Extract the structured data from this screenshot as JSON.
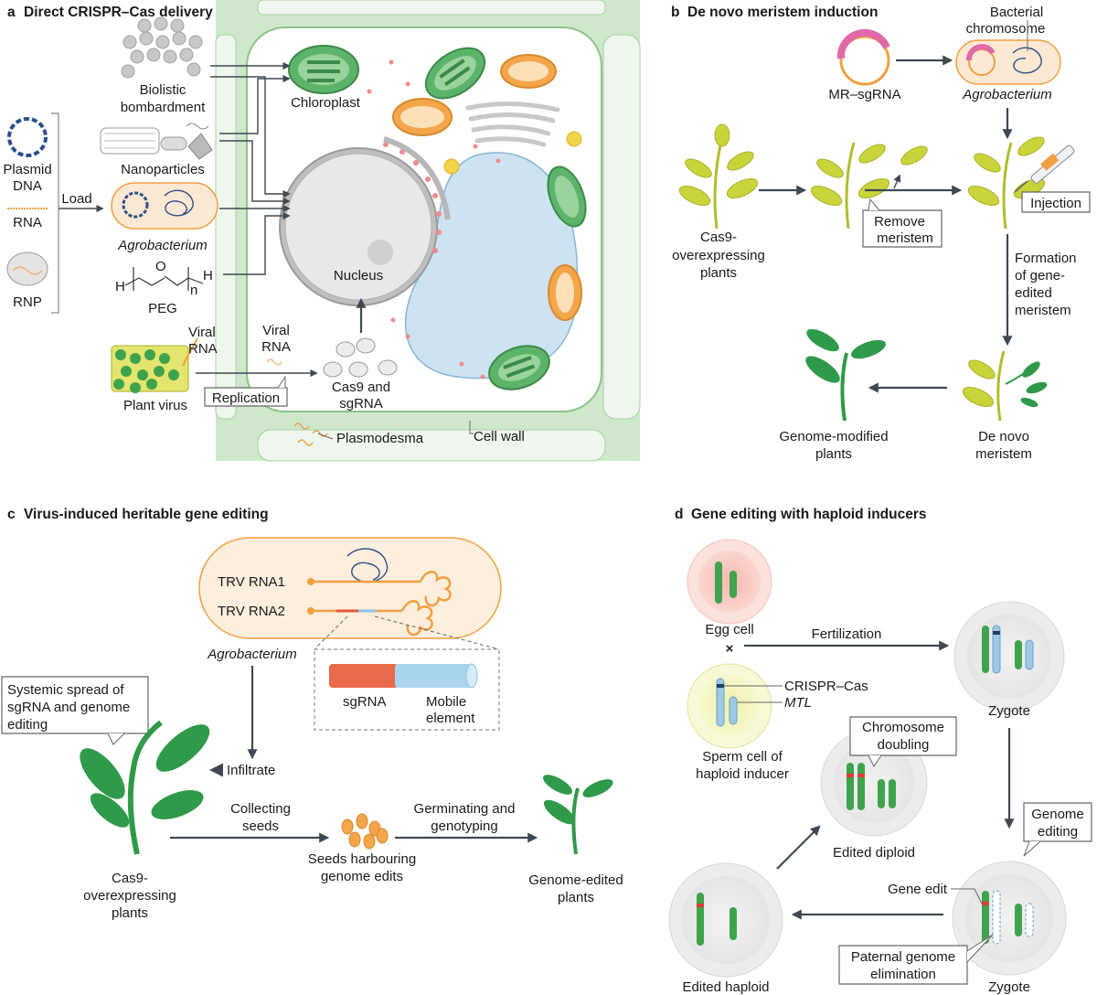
{
  "panels": {
    "a": {
      "letter": "a",
      "title": "Direct CRISPR–Cas delivery",
      "biolistic": "Biolistic",
      "bombardment": "bombardment",
      "nanoparticles": "Nanoparticles",
      "plasmid": "Plasmid",
      "dna": "DNA",
      "rna": "RNA",
      "rnp": "RNP",
      "load": "Load",
      "agrobacterium": "Agrobacterium",
      "peg": "PEG",
      "peg_h1": "H",
      "peg_o": "O",
      "peg_n": "n",
      "peg_h2": "H",
      "chloroplast": "Chloroplast",
      "nucleus": "Nucleus",
      "viral1": "Viral",
      "viral2": "RNA",
      "viral3": "Viral",
      "viral4": "RNA",
      "plant_virus": "Plant virus",
      "replication": "Replication",
      "cas9_1": "Cas9 and",
      "cas9_2": "sgRNA",
      "plasmodesma": "Plasmodesma",
      "cell_wall": "Cell wall"
    },
    "b": {
      "letter": "b",
      "title": "De novo meristem induction",
      "bacterial": "Bacterial",
      "chromosome": "chromosome",
      "mr_sgrna": "MR–sgRNA",
      "agrobacterium": "Agrobacterium",
      "cas9_1": "Cas9-",
      "cas9_2": "overexpressing",
      "cas9_3": "plants",
      "remove1": "Remove",
      "remove2": "meristem",
      "injection": "Injection",
      "formation1": "Formation",
      "formation2": "of gene-",
      "formation3": "edited",
      "formation4": "meristem",
      "genome_mod1": "Genome-modified",
      "genome_mod2": "plants",
      "denovo1": "De novo",
      "denovo2": "meristem"
    },
    "c": {
      "letter": "c",
      "title": "Virus-induced heritable gene editing",
      "trv1": "TRV RNA1",
      "trv2": "TRV RNA2",
      "agrobacterium": "Agrobacterium",
      "sgrna": "sgRNA",
      "mobile1": "Mobile",
      "mobile2": "element",
      "systemic1": "Systemic spread of",
      "systemic2": "sgRNA and genome",
      "systemic3": "editing",
      "infiltrate": "Infiltrate",
      "collecting1": "Collecting",
      "collecting2": "seeds",
      "germinating1": "Germinating and",
      "germinating2": "genotyping",
      "seeds1": "Seeds harbouring",
      "seeds2": "genome edits",
      "cas9_1": "Cas9-",
      "cas9_2": "overexpressing",
      "cas9_3": "plants",
      "edited1": "Genome-edited",
      "edited2": "plants"
    },
    "d": {
      "letter": "d",
      "title": "Gene editing with haploid inducers",
      "egg": "Egg cell",
      "fertilization": "Fertilization",
      "cross": "×",
      "zygote1": "Zygote",
      "crispr": "CRISPR–Cas",
      "mtl": "MTL",
      "doubling1": "Chromosome",
      "doubling2": "doubling",
      "sperm1": "Sperm cell of",
      "sperm2": "haploid inducer",
      "edited_diploid": "Edited diploid",
      "genome_edit1": "Genome",
      "genome_edit2": "editing",
      "gene_edit": "Gene edit",
      "paternal1": "Paternal genome",
      "paternal2": "elimination",
      "edited_haploid": "Edited haploid",
      "zygote2": "Zygote"
    }
  },
  "colors": {
    "cell_green": "#cfe8cc",
    "plant_yellow": "#c8d43a",
    "plant_green": "#2f9a4a",
    "orange": "#f0a040",
    "bact_fill": "#fde8d4",
    "chrom_green": "#3fa34d",
    "chrom_blue": "#9cc9e6",
    "vacuole": "#cde3f2",
    "arrow": "#404850"
  }
}
